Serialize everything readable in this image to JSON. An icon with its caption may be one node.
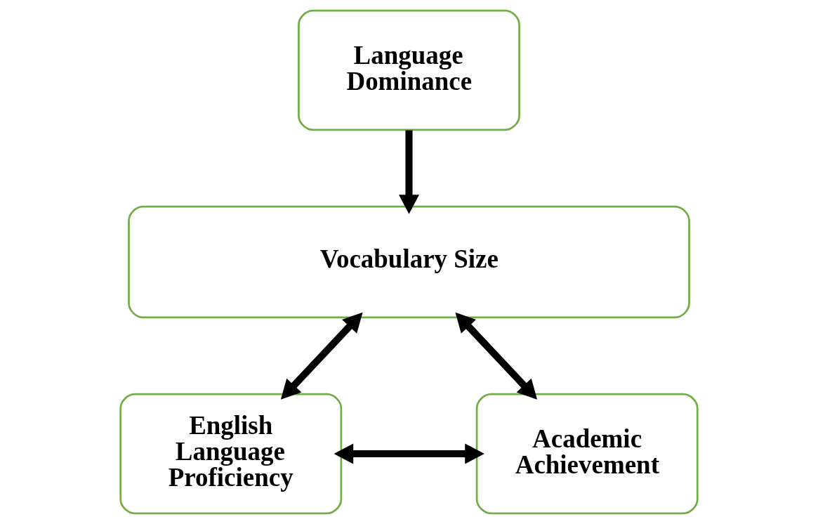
{
  "diagram": {
    "nodes": [
      {
        "text": [
          "Language Dominance"
        ]
      },
      {
        "text": [
          "Vocabulary Size"
        ]
      },
      {
        "text": [
          "English Language Proficiency"
        ]
      },
      {
        "text": [
          "Academic Achievement"
        ]
      }
    ],
    "edges": [
      {
        "from": 0,
        "to": 1,
        "arrow": "to"
      },
      {
        "from": 1,
        "to": 2,
        "arrow": "both"
      },
      {
        "from": 1,
        "to": 3,
        "arrow": "both"
      },
      {
        "from": 2,
        "to": 3,
        "arrow": "both"
      }
    ]
  }
}
